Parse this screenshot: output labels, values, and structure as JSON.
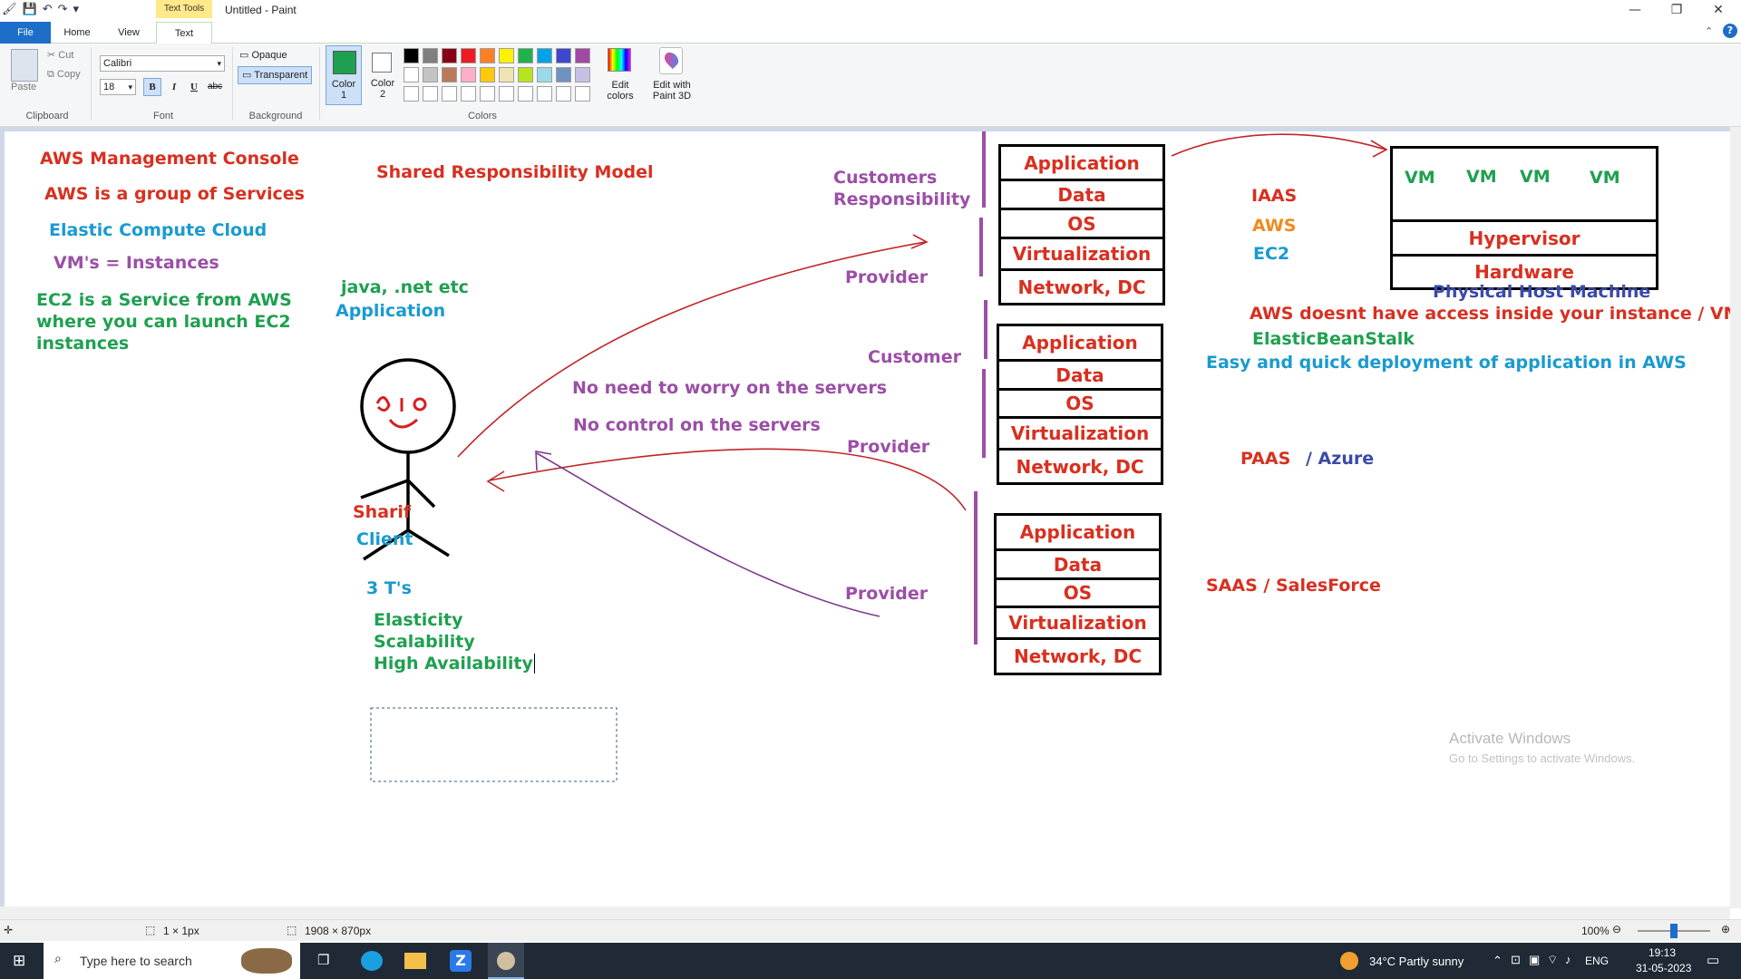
{
  "window": {
    "title": "Untitled - Paint",
    "context_tab": "Text Tools"
  },
  "tabs": {
    "file": "File",
    "home": "Home",
    "view": "View",
    "text": "Text"
  },
  "clipboard": {
    "paste": "Paste",
    "cut": "Cut",
    "copy": "Copy",
    "group": "Clipboard"
  },
  "font": {
    "family": "Calibri",
    "size": "18",
    "bold": "B",
    "italic": "I",
    "underline": "U",
    "strike": "abc",
    "group": "Font"
  },
  "background": {
    "opaque": "Opaque",
    "transparent": "Transparent",
    "group": "Background"
  },
  "colors": {
    "color1": "Color\n1",
    "color1_line1": "Color",
    "color1_line2": "1",
    "color2_line1": "Color",
    "color2_line2": "2",
    "edit_line1": "Edit",
    "edit_line2": "colors",
    "paint3d_line1": "Edit with",
    "paint3d_line2": "Paint 3D",
    "group": "Colors",
    "active_color1": "#1fa050",
    "row1": [
      "#000000",
      "#7f7f7f",
      "#880015",
      "#ed1c24",
      "#ff7f27",
      "#fff200",
      "#22b14c",
      "#00a2e8",
      "#3f48cc",
      "#a349a4"
    ],
    "row2": [
      "#ffffff",
      "#c3c3c3",
      "#b97a57",
      "#ffaec9",
      "#ffc90e",
      "#efe4b0",
      "#b5e61d",
      "#99d9ea",
      "#7092be",
      "#c8bfe7"
    ],
    "row3": [
      "#ffffff",
      "#ffffff",
      "#ffffff",
      "#ffffff",
      "#ffffff",
      "#ffffff",
      "#ffffff",
      "#ffffff",
      "#ffffff",
      "#ffffff"
    ]
  },
  "canvas_text": {
    "aws_console": "AWS Management Console",
    "aws_group": "AWS is a group of Services",
    "ec2_full": "Elastic Compute Cloud",
    "vms": "VM's = Instances",
    "ec2_service_1": "EC2 is a Service from AWS",
    "ec2_service_2": "where you can launch EC2",
    "ec2_service_3": "instances",
    "shared_model": "Shared Responsibility Model",
    "java": "java, .net etc",
    "application_label": "Application",
    "sharif": "Sharif",
    "client": "Client",
    "three_ts": "3 T's",
    "elasticity": "Elasticity",
    "scalability": "Scalability",
    "high_availability": "High Availability",
    "customers_resp_1": "Customers",
    "customers_resp_2": "Responsibility",
    "provider": "Provider",
    "customer": "Customer",
    "no_worry": "No need to worry on the servers",
    "no_control": "No control on the servers",
    "iaas": "IAAS",
    "aws": "AWS",
    "ec2": "EC2",
    "paas": "PAAS",
    "azure": "/ Azure",
    "saas": "SAAS / SalesForce",
    "physical_host": "Physical Host Machine",
    "no_access": "AWS doesnt have access inside your instance / VM",
    "beanstalk": "ElasticBeanStalk",
    "easy_deploy": "Easy and quick deployment of application in AWS",
    "vm": "VM",
    "hypervisor": "Hypervisor",
    "hardware": "Hardware",
    "watermark_1": "Activate Windows",
    "watermark_2": "Go to Settings to activate Windows."
  },
  "stack": {
    "application": "Application",
    "data": "Data",
    "os": "OS",
    "virtualization": "Virtualization",
    "network": "Network, DC"
  },
  "status": {
    "cursor": "1 × 1px",
    "size": "1908 × 870px",
    "zoom": "100%"
  },
  "taskbar": {
    "search": "Type here to search",
    "weather": "34°C  Partly sunny",
    "lang": "ENG",
    "time": "19:13",
    "date": "31-05-2023"
  }
}
